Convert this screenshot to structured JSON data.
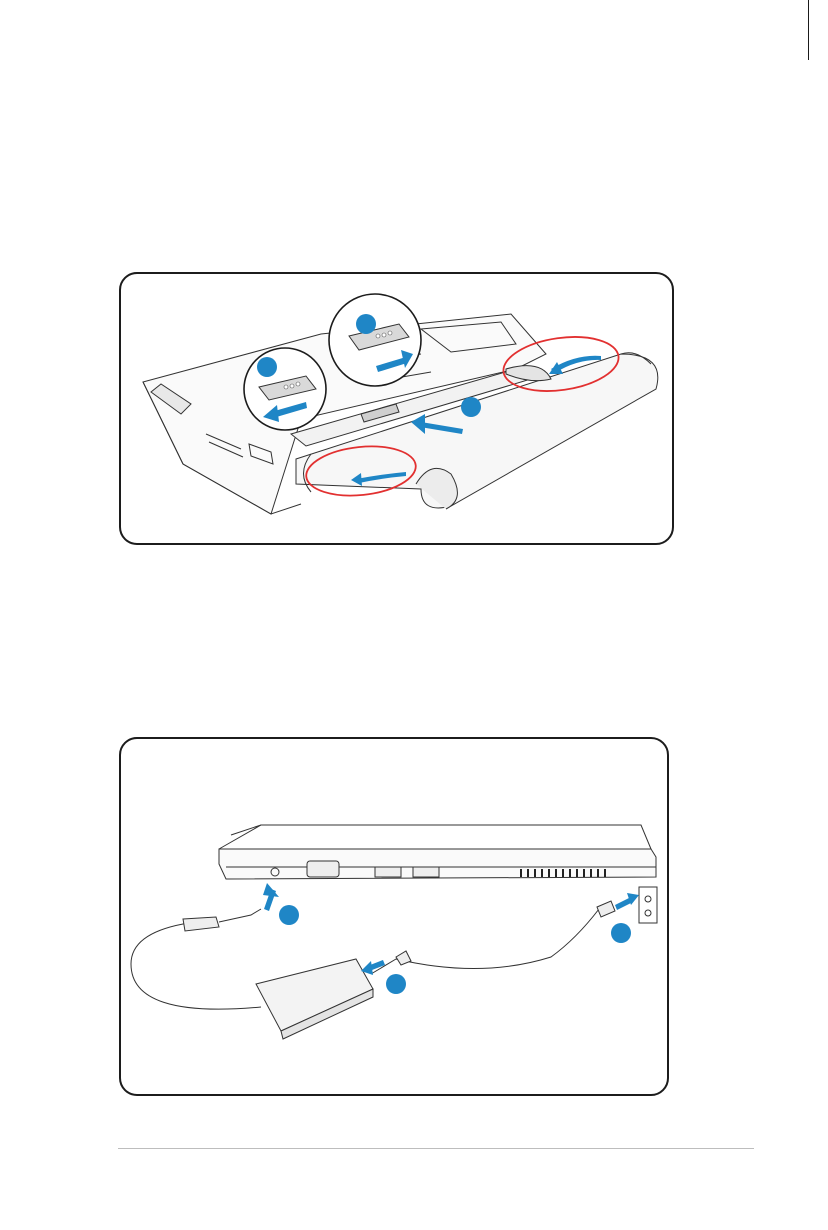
{
  "colors": {
    "accent_blue": "#1f86c6",
    "callout_red": "#e23030",
    "outline": "#1c1c1c"
  },
  "figures": [
    {
      "id": "battery-installation",
      "step_markers": 3
    },
    {
      "id": "power-adapter-connection",
      "step_markers": 3
    }
  ],
  "footer": {
    "page_number": ""
  }
}
